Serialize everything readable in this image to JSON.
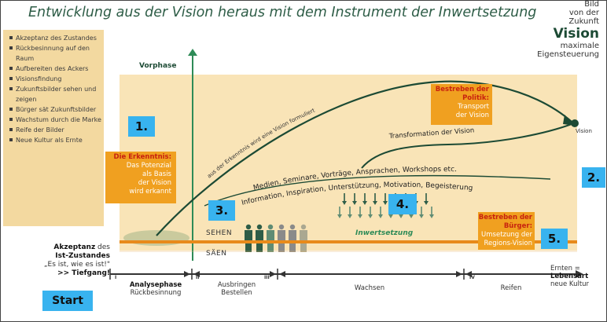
{
  "title": "Entwicklung aus der Vision heraus mit dem Instrument der Inwertsetzung",
  "top_right": {
    "line1": "Bild",
    "line2": "von der",
    "line3": "Zukunft",
    "vision": "Vision",
    "line5": "maximale",
    "line6": "Eigensteuerung"
  },
  "left_list": [
    "Akzeptanz des Zustandes",
    "Rückbesinnung auf den Raum",
    "Aufbereiten des Ackers",
    "Visionsfindung",
    "Zukunftsbilder sehen und zeigen",
    "Bürger sät Zukunftsbilder",
    "Wachstum durch die Marke",
    "Reife der Bilder",
    "Neue Kultur als Ernte"
  ],
  "vorphase": "Vorphase",
  "erkenntnis": {
    "head": "Die Erkenntnis:",
    "l1": "Das Potenzial",
    "l2": "als Basis",
    "l3": "der Vision",
    "l4": "wird erkannt"
  },
  "politik": {
    "head1": "Bestreben der",
    "head2": "Politik:",
    "l1": "Transport",
    "l2": "der Vision"
  },
  "buerger": {
    "head1": "Bestreben der",
    "head2": "Bürger:",
    "l1": "Umsetzung der",
    "l2": "Regions-Vision"
  },
  "curves": {
    "arc_text": "aus der Erkenntnis wird eine Vision formuliert",
    "transformation": "Transformation der Vision",
    "medien": "Medien, Seminare, Vorträge, Ansprachen, Workshops etc.",
    "information": "Information, Inspiration, Unterstützung, Motivation, Begeisterung"
  },
  "vision_label": "Vision",
  "numbers": [
    "1.",
    "2.",
    "3.",
    "4.",
    "5."
  ],
  "sehen": "SEHEN",
  "saen": "SÄEN",
  "inwertsetzung": "Inwertsetzung",
  "akzeptanz": {
    "l1a": "Akzeptanz",
    "l1b": " des",
    "l2": "Ist-Zustandes",
    "l3": "„Es ist, wie es ist!\"",
    "l4": ">> Tiefgang!"
  },
  "start": "Start",
  "phases": [
    {
      "roman": "I",
      "bold": "Analysephase",
      "sub": "Rückbesinnung"
    },
    {
      "roman": "II",
      "bold": "",
      "l1": "Ausbringen",
      "sub": "Bestellen"
    },
    {
      "roman": "III",
      "label": "Wachsen"
    },
    {
      "roman": "IV",
      "label": "Reifen"
    }
  ],
  "ernten": {
    "l1": "Ernten =",
    "l2": "Lebensart",
    "l3": "neue Kultur"
  },
  "colors": {
    "green_dark": "#1c4a34",
    "green_line": "#2e8b57",
    "orange": "#f0a020",
    "band": "#f9e4b7",
    "panel": "#f3d9a0",
    "blue_marker": "#38b3ef"
  }
}
